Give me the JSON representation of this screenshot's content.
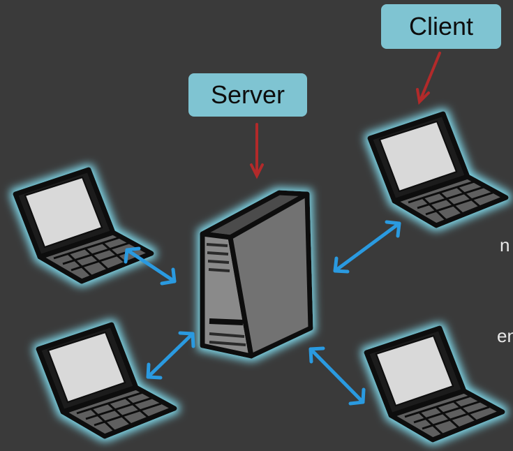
{
  "labels": {
    "server": "Server",
    "client": "Client"
  },
  "cropped_text": {
    "fragment_1": "n",
    "fragment_2": "en"
  },
  "colors": {
    "background": "#3a3a3a",
    "label_fill": "#7fc4d2",
    "pointer_arrow": "#b22a2a",
    "connection_arrow": "#2a9ae0",
    "glow": "#7fd8ea",
    "device_outline": "#0d0d0d",
    "server_body": "#8a8a8a",
    "laptop_body": "#6e6e6e",
    "laptop_screen": "#d9d9d9"
  },
  "icons": {
    "server": "server-tower-icon",
    "client": "laptop-icon"
  }
}
